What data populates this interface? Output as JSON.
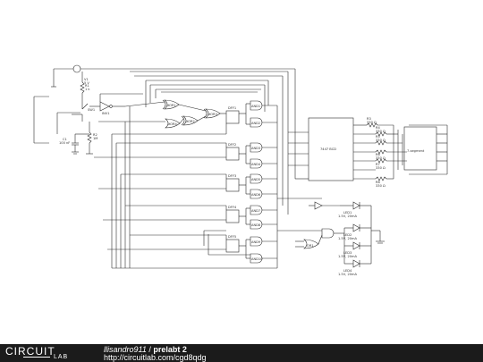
{
  "footer": {
    "logo_top": "CIRCUIT",
    "logo_bottom": "LAB",
    "author": "llisandro911",
    "separator": "/",
    "title": "prelabt 2",
    "url": "http://circuitlab.com/cgd8qdg"
  },
  "schematic": {
    "source": {
      "ref": "V1",
      "value": "5 V"
    },
    "resistors": [
      {
        "ref": "R1",
        "value": "1 k"
      },
      {
        "ref": "R2",
        "value": "1M"
      },
      {
        "ref": "R3",
        "value": "330 Ω"
      },
      {
        "ref": "R4",
        "value": "330 Ω"
      },
      {
        "ref": "R5",
        "value": "330 Ω"
      },
      {
        "ref": "R6",
        "value": "330 Ω"
      },
      {
        "ref": "R7",
        "value": "330 Ω"
      },
      {
        "ref": "R8",
        "value": "330 Ω"
      }
    ],
    "capacitor": {
      "ref": "C1",
      "value": "100 nF"
    },
    "switch": {
      "ref": "SW1"
    },
    "inverter": {
      "ref": "INV1"
    },
    "logic_gates": {
      "xor_gates": [
        "XOR1",
        "XOR2",
        "XOR3",
        "XOR4"
      ],
      "and_gates": [
        "AND1",
        "AND2",
        "AND3",
        "AND4",
        "AND5",
        "AND6",
        "AND7",
        "AND8",
        "AND9",
        "AND10"
      ],
      "or_gate": "OR1",
      "latches": [
        "DFF1",
        "DFF2",
        "DFF3",
        "DFF4",
        "DFF5"
      ]
    },
    "decoder": {
      "label": "7447 BCD",
      "display_label": "7-segment"
    },
    "leds": [
      {
        "ref": "LED1",
        "value": "1.5V, 20mA"
      },
      {
        "ref": "LED2",
        "value": "1.5V, 20mA"
      },
      {
        "ref": "LED3",
        "value": "1.5V, 20mA"
      },
      {
        "ref": "LED4",
        "value": "1.5V, 20mA"
      }
    ]
  }
}
